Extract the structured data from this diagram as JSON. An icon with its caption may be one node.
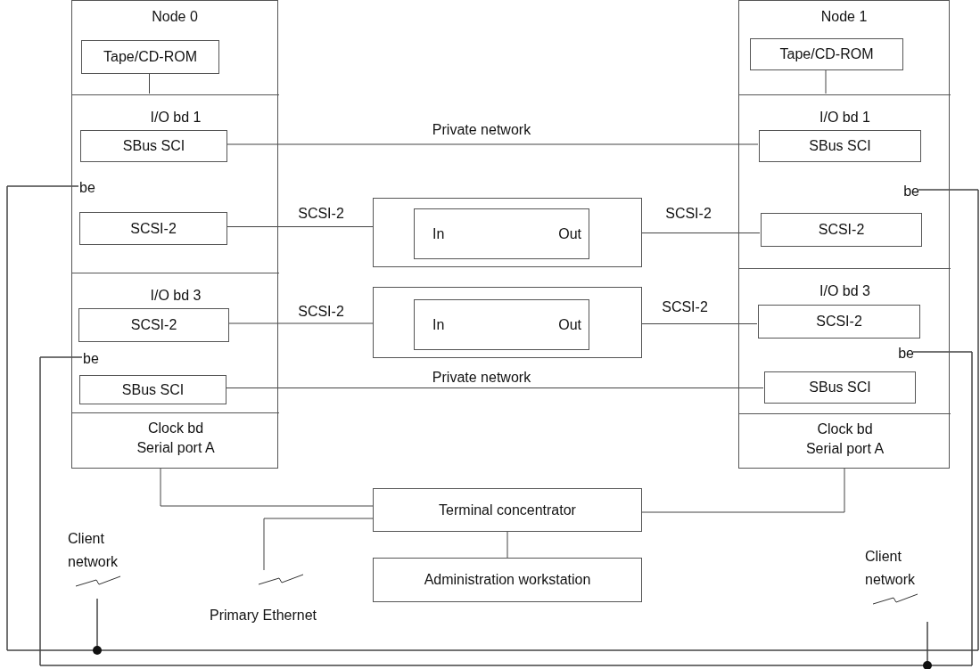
{
  "diagram": {
    "nodes": [
      {
        "text": [
          "Node 0"
        ]
      },
      {
        "text": [
          "Tape/CD-ROM"
        ],
        "in": 0
      },
      {
        "text": [
          "I/O bd 1"
        ],
        "in": 0
      },
      {
        "text": [
          "SBus SCI"
        ],
        "in": 2
      },
      {
        "text": [
          "be"
        ],
        "in": 2
      },
      {
        "text": [
          "SCSI-2"
        ],
        "in": 2
      },
      {
        "text": [
          "I/O bd 3"
        ],
        "in": 0
      },
      {
        "text": [
          "SCSI-2"
        ],
        "in": 6
      },
      {
        "text": [
          "be"
        ],
        "in": 6
      },
      {
        "text": [
          "SBus SCI"
        ],
        "in": 6
      },
      {
        "text": [
          "Clock bd",
          "Serial port A"
        ],
        "in": 0
      },
      {
        "text": [
          "Node 1"
        ]
      },
      {
        "text": [
          "Tape/CD-ROM"
        ],
        "in": 11
      },
      {
        "text": [
          "I/O bd 1"
        ],
        "in": 11
      },
      {
        "text": [
          "SBus SCI"
        ],
        "in": 13
      },
      {
        "text": [
          "be"
        ],
        "in": 13
      },
      {
        "text": [
          "SCSI-2"
        ],
        "in": 13
      },
      {
        "text": [
          "I/O bd 3"
        ],
        "in": 11
      },
      {
        "text": [
          "SCSI-2"
        ],
        "in": 17
      },
      {
        "text": [
          "be"
        ],
        "in": 17
      },
      {
        "text": [
          "SBus SCI"
        ],
        "in": 17
      },
      {
        "text": [
          "Clock bd",
          "Serial port A"
        ],
        "in": 11
      },
      {
        "text": [],
        "shape": "box"
      },
      {
        "text": [
          "In",
          "Out"
        ],
        "in": 22
      },
      {
        "text": [],
        "shape": "box"
      },
      {
        "text": [
          "In",
          "Out"
        ],
        "in": 24
      },
      {
        "text": [
          "Terminal concentrator"
        ]
      },
      {
        "text": [
          "Administration workstation"
        ]
      },
      {
        "text": [
          "Client network"
        ]
      },
      {
        "text": [
          "Primary Ethernet"
        ]
      },
      {
        "text": [
          "Client network"
        ]
      }
    ],
    "edges": [
      {
        "from": 1,
        "to": 2,
        "arrow": "none"
      },
      {
        "from": 12,
        "to": 13,
        "arrow": "none"
      },
      {
        "from": 3,
        "to": 14,
        "arrow": "none",
        "label": "Private network"
      },
      {
        "from": 5,
        "to": 23,
        "arrow": "none",
        "label": "SCSI-2"
      },
      {
        "from": 23,
        "to": 16,
        "arrow": "none",
        "label": "SCSI-2"
      },
      {
        "from": 7,
        "to": 25,
        "arrow": "none",
        "label": "SCSI-2"
      },
      {
        "from": 25,
        "to": 18,
        "arrow": "none",
        "label": "SCSI-2"
      },
      {
        "from": 9,
        "to": 20,
        "arrow": "none",
        "label": "Private network"
      },
      {
        "from": 10,
        "to": 26,
        "arrow": "none"
      },
      {
        "from": 21,
        "to": 26,
        "arrow": "none"
      },
      {
        "from": 29,
        "to": 26,
        "arrow": "none"
      },
      {
        "from": 26,
        "to": 27,
        "arrow": "none"
      },
      {
        "from": 4,
        "to": 15,
        "arrow": "none"
      },
      {
        "from": 4,
        "to": 28,
        "arrow": "none"
      },
      {
        "from": 15,
        "to": 28,
        "arrow": "none"
      },
      {
        "from": 8,
        "to": 19,
        "arrow": "none"
      },
      {
        "from": 8,
        "to": 30,
        "arrow": "none"
      },
      {
        "from": 19,
        "to": 30,
        "arrow": "none"
      }
    ]
  }
}
